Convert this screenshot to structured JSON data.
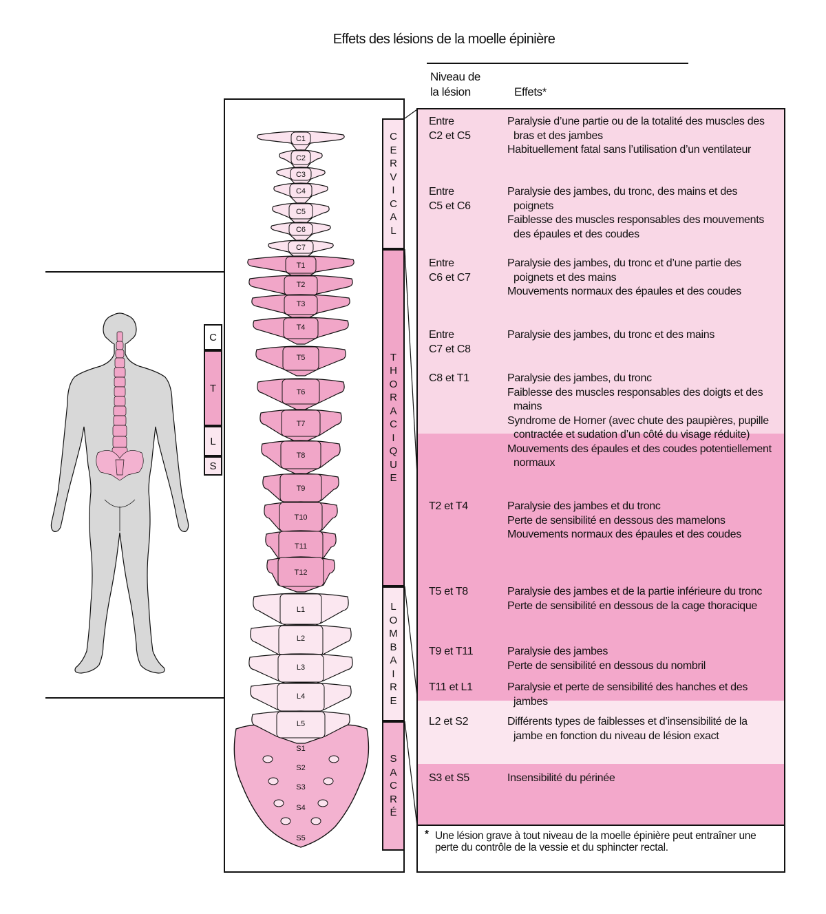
{
  "title": "Effets des lésions de la moelle épinière",
  "table_header": {
    "level_line1": "Niveau de",
    "level_line2": "la lésion",
    "effects": "Effets*"
  },
  "rows": [
    {
      "level": [
        "Entre",
        "C2 et C5"
      ],
      "effects": [
        "Paralysie d’une partie ou de la totalité des muscles des bras et des jambes",
        "Habituellement fatal sans l’utilisation d’un ventilateur"
      ]
    },
    {
      "level": [
        "Entre",
        "C5 et C6"
      ],
      "effects": [
        "Paralysie des jambes, du tronc, des mains et des poignets",
        "Faiblesse des muscles responsables des mouvements des épaules et des coudes"
      ]
    },
    {
      "level": [
        "Entre",
        "C6 et C7"
      ],
      "effects": [
        "Paralysie des jambes, du tronc et d’une partie des poignets et des mains",
        "Mouvements normaux des épaules et des coudes"
      ]
    },
    {
      "level": [
        "Entre",
        "C7 et C8"
      ],
      "effects": [
        "Paralysie des jambes, du  tronc et des mains"
      ]
    },
    {
      "level": [
        "C8 et T1"
      ],
      "effects": [
        "Paralysie des jambes, du tronc",
        "Faiblesse des muscles responsables des doigts et des mains",
        "Syndrome de Horner (avec chute des paupières, pupille contractée et sudation d’un côté du visage réduite)",
        "Mouvements des épaules et des coudes potentiellement normaux"
      ]
    },
    {
      "level": [
        "T2 et T4"
      ],
      "effects": [
        "Paralysie des jambes et du tronc",
        "Perte de sensibilité en dessous des mamelons",
        "Mouvements normaux des épaules et des coudes"
      ]
    },
    {
      "level": [
        "T5 et T8"
      ],
      "effects": [
        "Paralysie des jambes et de la partie inférieure du tronc",
        "Perte de sensibilité en dessous de la cage thoracique"
      ]
    },
    {
      "level": [
        "T9 et T11"
      ],
      "effects": [
        "Paralysie des jambes",
        "Perte de sensibilité en dessous du nombril"
      ]
    },
    {
      "level": [
        "T11 et L1"
      ],
      "effects": [
        "Paralysie et perte de sensibilité des hanches et des jambes"
      ]
    },
    {
      "level": [
        "L2 et S2"
      ],
      "effects": [
        "Différents types de faiblesses et d’insensibilité de la jambe en fonction du niveau de lésion exact"
      ]
    },
    {
      "level": [
        "S3 et S5"
      ],
      "effects": [
        "Insensibilité du périnée"
      ]
    }
  ],
  "footnote": {
    "marker": "*",
    "text": "Une lésion grave à tout niveau de la moelle épinière peut entraîner une perte du contrôle de la vessie et du sphincter rectal."
  },
  "regions": [
    {
      "name": "CERVICAL",
      "letters": [
        "C",
        "E",
        "R",
        "V",
        "I",
        "C",
        "A",
        "L"
      ]
    },
    {
      "name": "THORACIQUE",
      "letters": [
        "T",
        "H",
        "O",
        "R",
        "A",
        "C",
        "I",
        "Q",
        "U",
        "E"
      ]
    },
    {
      "name": "LOMBAIRE",
      "letters": [
        "L",
        "O",
        "M",
        "B",
        "A",
        "I",
        "R",
        "E"
      ]
    },
    {
      "name": "SACRÉ",
      "letters": [
        "S",
        "A",
        "C",
        "R",
        "É"
      ]
    }
  ],
  "mini_regions": [
    "C",
    "T",
    "L",
    "S"
  ],
  "vertebrae": [
    "C1",
    "C2",
    "C3",
    "C4",
    "C5",
    "C6",
    "C7",
    "T1",
    "T2",
    "T3",
    "T4",
    "T5",
    "T6",
    "T7",
    "T8",
    "T9",
    "T10",
    "T11",
    "T12",
    "L1",
    "L2",
    "L3",
    "L4",
    "L5",
    "S1",
    "S2",
    "S3",
    "S4",
    "S5"
  ],
  "colors": {
    "cervical_band": "#f9d7e6",
    "thoracic_band": "#f3a8cb",
    "lumbar_band": "#fbe6ef",
    "cervical_bone": "#fbe3ee",
    "thoracic_bone": "#f1a6c8",
    "lumbar_bone": "#fbe7f0",
    "sacrum_bone": "#f3b2d0",
    "body": "#d8d8d8",
    "outline": "#111111"
  }
}
